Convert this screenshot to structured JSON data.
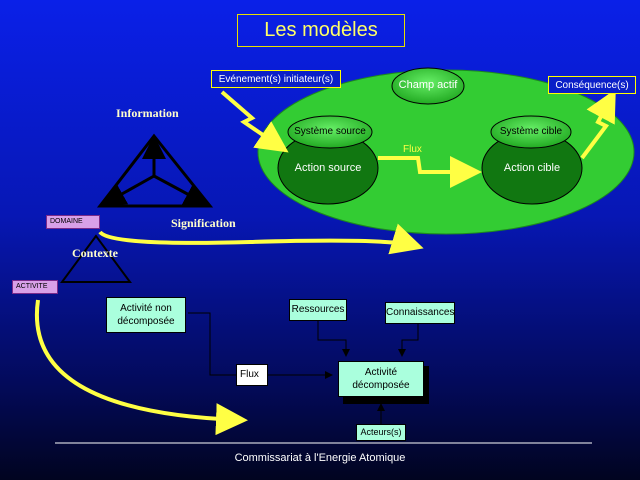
{
  "title": "Les modèles",
  "top": {
    "initiator_label": "Evénement(s) initiateur(s)",
    "consequence_label": "Conséquence(s)",
    "champ_actif": "Champ actif",
    "source_system": "Système source",
    "source_action": "Action source",
    "target_system": "Système cible",
    "target_action": "Action cible",
    "flux": "Flux"
  },
  "triangle": {
    "information": "Information",
    "signification": "Signification",
    "contexte": "Contexte",
    "domaine": "DOMAINE",
    "activite": "ACTIVITE"
  },
  "bottom": {
    "activite_non_decomposee_1": "Activité non",
    "activite_non_decomposee_2": "décomposée",
    "ressources": "Ressources",
    "connaissances": "Connaissances",
    "flux": "Flux",
    "activite_decomposee_1": "Activité",
    "activite_decomposee_2": "décomposée",
    "acteurs": "Acteurs(s)"
  },
  "footer": "Commissariat à l'Energie Atomique",
  "colors": {
    "background_top": "#0a20e8",
    "background_bottom": "#010420",
    "ellipse_green": "#33cc33",
    "arrow_yellow": "#ffff44",
    "title_text": "#ffff66",
    "pink_box": "#d8a0e8",
    "mint_box": "#aaffdd"
  }
}
